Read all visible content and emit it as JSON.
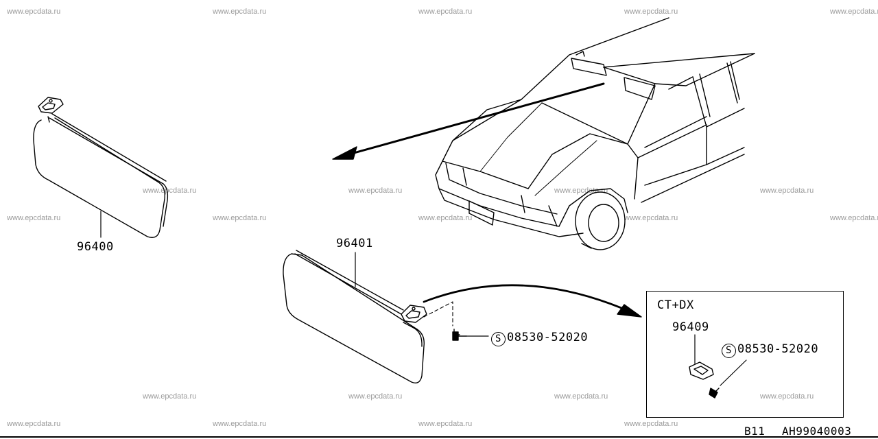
{
  "watermark": "www.epcdata.ru",
  "parts": {
    "visor_lh": "96400",
    "visor_rh": "96401",
    "holder": "96409",
    "screw_main": "08530-52020",
    "screw_inset": "08530-52020",
    "screw_symbol": "S"
  },
  "inset": {
    "title": "CT+DX"
  },
  "footer": {
    "model": "B11",
    "diagram_code": "AH99040003"
  }
}
